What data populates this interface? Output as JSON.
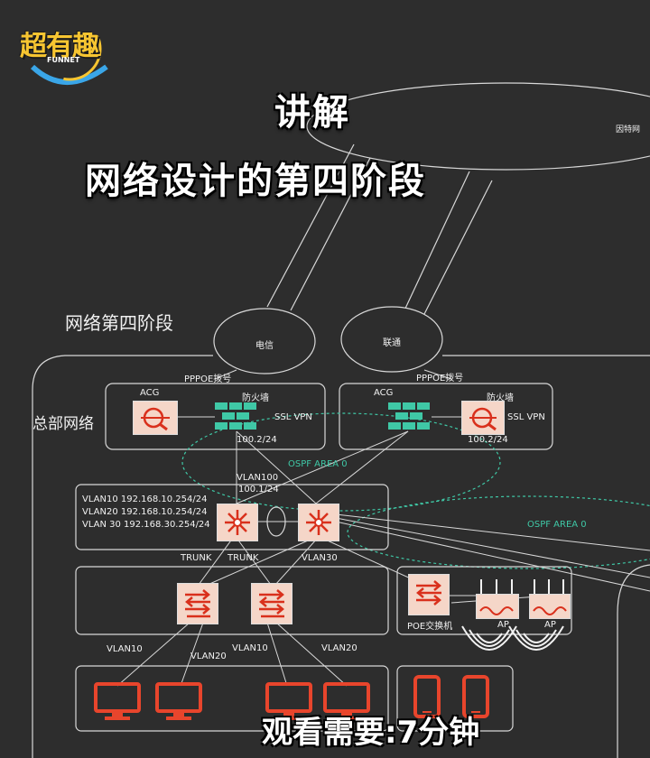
{
  "logo": {
    "text": "超有趣",
    "sub": "FUNNET"
  },
  "title": {
    "line1": "讲解",
    "line2": "网络设计的第四阶段"
  },
  "internet": {
    "label": "因特网"
  },
  "section_title": "网络第四阶段",
  "headquarters_label": "总部网络",
  "isps": {
    "telecom": "电信",
    "unicom": "联通"
  },
  "edge_left": {
    "pppoe": "PPPOE拨号",
    "acg": "ACG",
    "firewall": "防火墙",
    "ssl_vpn": "SSL VPN",
    "ip": "100.2/24"
  },
  "edge_right": {
    "pppoe": "PPPOE拨号",
    "acg": "ACG",
    "firewall": "防火墙",
    "ssl_vpn": "SSL VPN",
    "ip": "100.2/24"
  },
  "ospf": {
    "area_left": "OSPF AREA 0",
    "area_right": "OSPF AREA 0"
  },
  "core": {
    "vlan100": "VLAN100",
    "vlan100_ip": "100.1/24",
    "vlan_lines": [
      "VLAN10 192.168.10.254/24",
      "VLAN20 192.168.10.254/24",
      "VLAN 30 192.168.30.254/24"
    ]
  },
  "links": {
    "trunk1": "TRUNK",
    "trunk2": "TRUNK",
    "vlan30": "VLAN30"
  },
  "access": {
    "vlan10_a": "VLAN10",
    "vlan20_a": "VLAN20",
    "vlan10_b": "VLAN10",
    "vlan20_b": "VLAN20"
  },
  "poe": {
    "label": "POE交换机",
    "ap1": "AP",
    "ap2": "AP"
  },
  "footer": "观看需要:7分钟",
  "colors": {
    "background": "#2d2d2d",
    "line": "#d8d8d8",
    "accent_teal": "#3fc8a6",
    "router_fill": "#f5d6c8",
    "terminal_red": "#e8452c",
    "logo_yellow": "#f7c531"
  }
}
